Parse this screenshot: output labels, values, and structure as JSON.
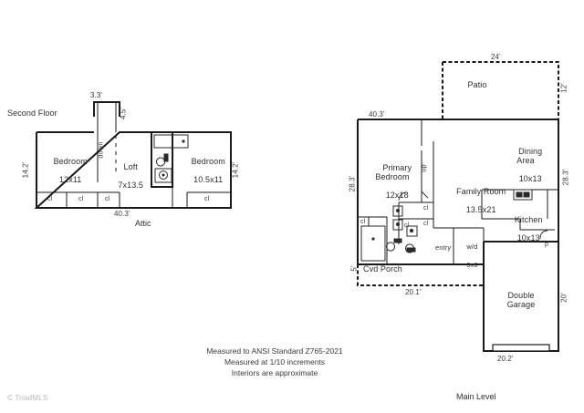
{
  "document": {
    "watermark": "© TriadMLS",
    "footer_note": "Measured to ANSI Standard Z765-2021\nMeasured at 1/10 increments\nInteriors are approximate",
    "line_color": "#1a1a1a",
    "text_color": "#2e2e2e",
    "background": "#ffffff"
  },
  "second_floor": {
    "title": "Second Floor",
    "sublabel": "Attic",
    "rooms": [
      {
        "name": "Bedroom",
        "size": "12x11"
      },
      {
        "name": "Loft",
        "size": "7x13.5"
      },
      {
        "name": "Bedroom",
        "size": "10.5x11"
      }
    ],
    "stair_label": "down",
    "closets": [
      "cl",
      "cl",
      "cl",
      "cl"
    ],
    "dimensions": {
      "left": "14.2'",
      "right": "14.2'",
      "bottom": "40.3'",
      "dormer_top": "3.3'",
      "dormer_side": "4.5'"
    }
  },
  "main_level": {
    "title": "Main Level",
    "rooms": [
      {
        "name": "Patio",
        "size": ""
      },
      {
        "name": "Primary\nBedroom",
        "size": "12x18"
      },
      {
        "name": "Family Room",
        "size": "13.5x21"
      },
      {
        "name": "Dining\nArea",
        "size": "10x13"
      },
      {
        "name": "Kitchen",
        "size": "10x13"
      },
      {
        "name": "Double\nGarage",
        "size": ""
      },
      {
        "name": "Cvd Porch",
        "size": ""
      }
    ],
    "patio_label": "Patio",
    "primary_bedroom_label": "Primary\nBedroom",
    "primary_bedroom_size": "12x18",
    "family_room_label": "Family Room",
    "family_room_size": "13.5x21",
    "dining_label": "Dining\nArea",
    "dining_size": "10x13",
    "kitchen_label": "Kitchen",
    "kitchen_size": "10x13",
    "garage_label": "Double\nGarage",
    "porch_label": "Cvd Porch",
    "entry_label": "entry",
    "laundry_label": "w/d",
    "laundry_size": "6x6",
    "pantry_label": "p",
    "stair_label": "up",
    "closets": [
      "cl",
      "cl",
      "cl",
      "cl"
    ],
    "dimensions": {
      "top": "40.3'",
      "patio_top": "24'",
      "patio_right": "12'",
      "left": "28.3'",
      "right": "28.3'",
      "porch_left": "5'",
      "porch_bottom": "20.1'",
      "garage_right": "20'",
      "garage_bottom": "20.2'"
    }
  }
}
